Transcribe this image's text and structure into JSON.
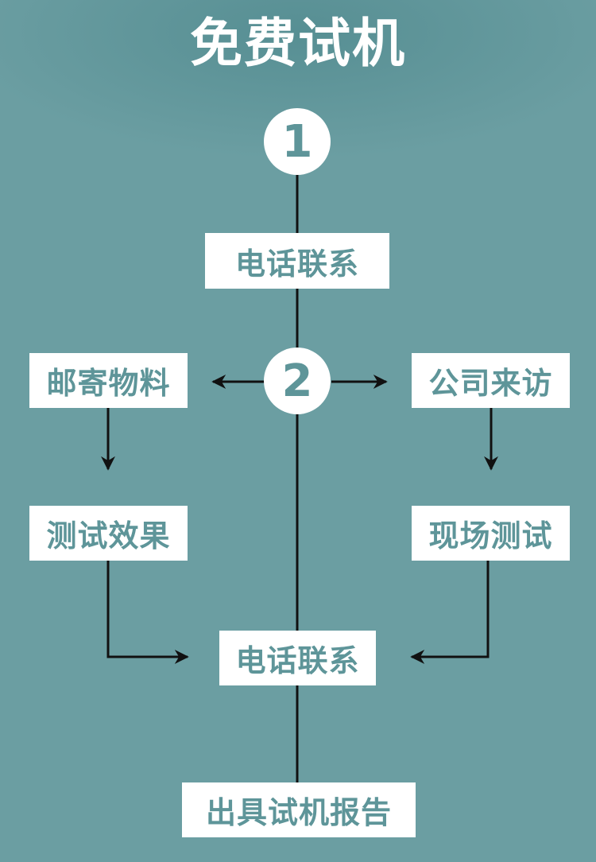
{
  "title": "免费试机",
  "steps": {
    "step1": "1",
    "step2": "2"
  },
  "boxes": {
    "contact_top": "电话联系",
    "mail_material": "邮寄物料",
    "company_visit": "公司来访",
    "test_effect": "测试效果",
    "onsite_test": "现场测试",
    "contact_bottom": "电话联系",
    "issue_report": "出具试机报告"
  },
  "colors": {
    "background": "#6b9ea2",
    "box_fill": "#ffffff",
    "box_text": "#5e9599",
    "line": "#111111"
  }
}
